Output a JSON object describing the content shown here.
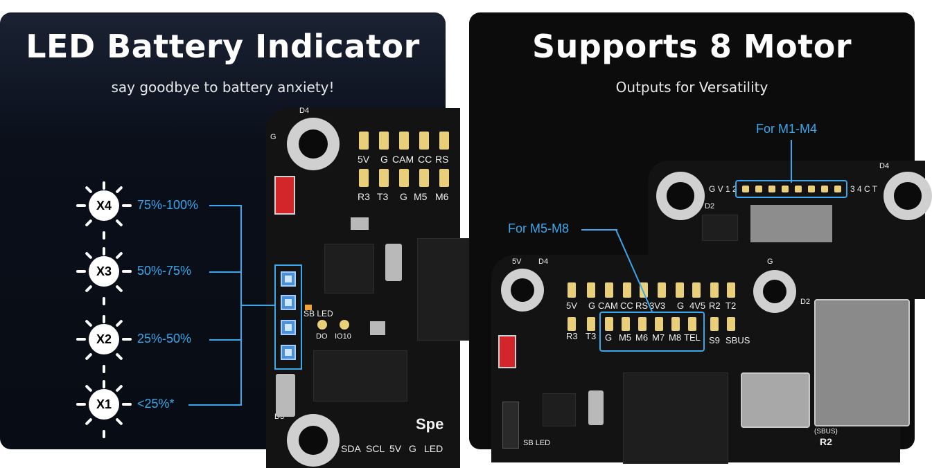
{
  "left_panel": {
    "title": "LED Battery Indicator",
    "subtitle": "say goodbye to battery anxiety!",
    "levels": [
      {
        "badge": "X4",
        "range": "75%-100%"
      },
      {
        "badge": "X3",
        "range": "50%-75%"
      },
      {
        "badge": "X2",
        "range": "25%-50%"
      },
      {
        "badge": "X1",
        "range": "<25%*"
      }
    ],
    "board_labels": {
      "row1": [
        "5V",
        "G",
        "CAM",
        "CC",
        "RS"
      ],
      "row2": [
        "R3",
        "T3",
        "G",
        "M5",
        "M6"
      ],
      "sb_led": "SB LED",
      "do": "DO",
      "io10": "IO10",
      "bottom": [
        "SDA",
        "SCL",
        "5V",
        "G",
        "LED"
      ],
      "brand_partial": "Spe",
      "d3": "D3",
      "d4": "D4",
      "g": "G"
    }
  },
  "right_panel": {
    "title": "Supports 8 Motor",
    "subtitle": "Outputs for Versatility",
    "callout_m1_m4": "For M1-M4",
    "callout_m5_m8": "For M5-M8",
    "top_connector_left": "G V 1 2",
    "top_connector_right": "3 4 C T",
    "board_labels": {
      "row1": [
        "5V",
        "G",
        "CAM",
        "CC",
        "RS",
        "3V3",
        "G",
        "4V5",
        "R2",
        "T2"
      ],
      "row2_left": [
        "R3",
        "T3"
      ],
      "row2_motor": [
        "G",
        "M5",
        "M6",
        "M7",
        "M8",
        "TEL"
      ],
      "row2_right": [
        "S9",
        "SBUS"
      ],
      "sbus_r2": "(SBUS)",
      "r2": "R2",
      "sb_led": "SB LED",
      "d4": "D4",
      "d2": "D2",
      "g": "G",
      "sv": "5V"
    }
  },
  "colors": {
    "accent_blue": "#3aa8ec",
    "pad_gold": "#e9cf7a",
    "board_black": "#131313"
  }
}
